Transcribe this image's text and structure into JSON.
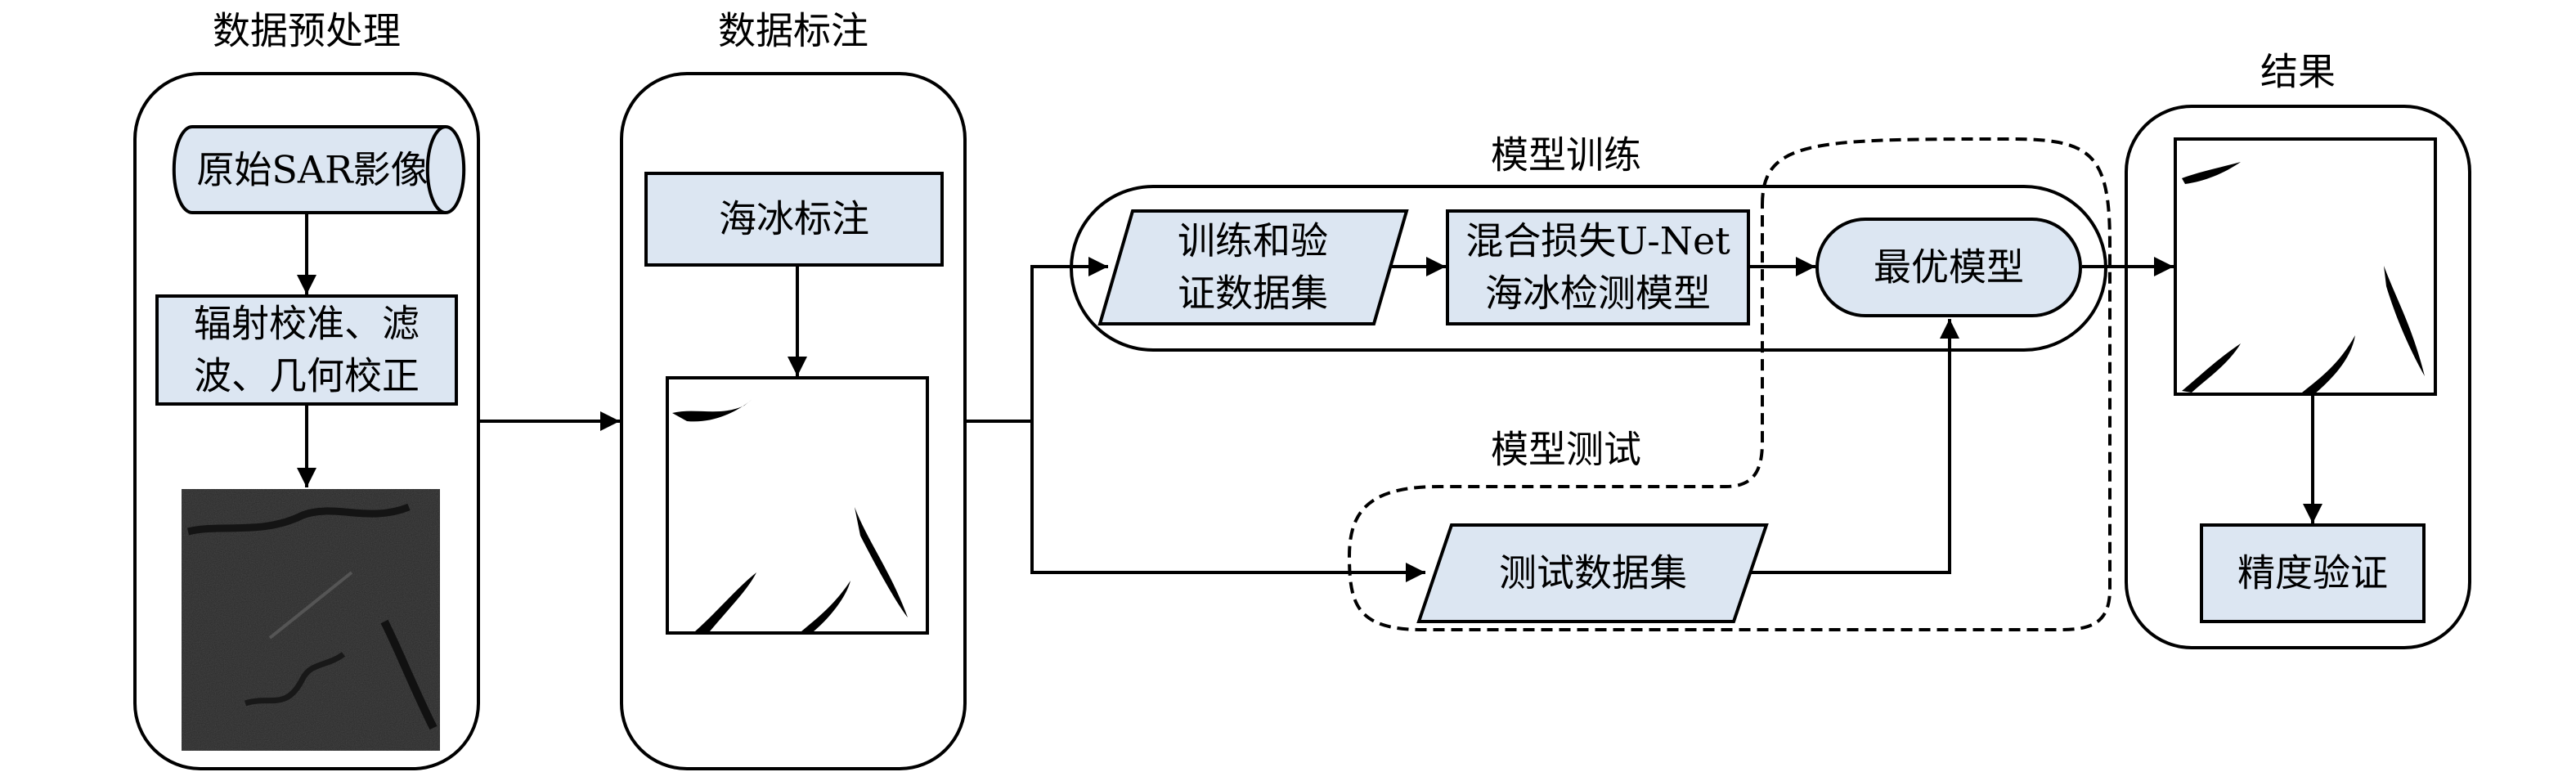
{
  "stages": {
    "preprocess": "数据预处理",
    "annotate": "数据标注",
    "training": "模型训练",
    "testing": "模型测试",
    "result": "结果"
  },
  "nodes": {
    "sar_image": "原始SAR影像",
    "calibrate_line1": "辐射校准、滤",
    "calibrate_line2": "波、几何校正",
    "sea_ice_label": "海冰标注",
    "train_val_line1": "训练和验",
    "train_val_line2": "证数据集",
    "unet_line1": "混合损失U-Net",
    "unet_line2": "海冰检测模型",
    "best_model": "最优模型",
    "test_set": "测试数据集",
    "accuracy": "精度验证"
  },
  "colors": {
    "node_fill": "#dce6f2",
    "stroke": "#000000",
    "sar_background": "#2a2a2a"
  }
}
